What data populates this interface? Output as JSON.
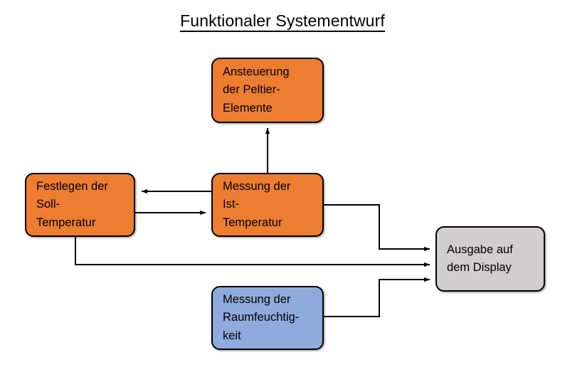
{
  "diagram": {
    "title": "Funktionaler Systementwurf",
    "background_color": "#FFFFFF",
    "colors": {
      "orange_fill": "#ED7D31",
      "blue_fill": "#8FAADC",
      "grey_fill": "#D0CECE",
      "outline": "#000000",
      "connector": "#000000",
      "text": "#000000"
    },
    "nodes": [
      {
        "id": "peltier",
        "name": "ansteuerung-peltier-elemente",
        "fill": "#ED7D31",
        "lines": [
          "Ansteuerung",
          "der Peltier-",
          "Elemente"
        ],
        "text": "Ansteuerung der Peltier-Elemente"
      },
      {
        "id": "soll",
        "name": "festlegen-soll-temperatur",
        "fill": "#ED7D31",
        "lines": [
          "Festlegen der",
          "Soll-",
          "Temperatur"
        ],
        "text": "Festlegen der Soll-Temperatur"
      },
      {
        "id": "ist",
        "name": "messung-ist-temperatur",
        "fill": "#ED7D31",
        "lines": [
          "Messung der",
          "Ist-",
          "Temperatur"
        ],
        "text": "Messung der Ist-Temperatur"
      },
      {
        "id": "feuchte",
        "name": "messung-raumfeuchtigkeit",
        "fill": "#8FAADC",
        "lines": [
          "Messung der",
          "Raumfeuchtig-",
          "keit"
        ],
        "text": "Messung der Raumfeuchtigkeit"
      },
      {
        "id": "display",
        "name": "ausgabe-auf-dem-display",
        "fill": "#D0CECE",
        "lines": [
          "Ausgabe auf",
          "dem Display"
        ],
        "text": "Ausgabe auf dem Display"
      }
    ],
    "edges": [
      {
        "id": "ist-to-peltier",
        "from": "ist",
        "to": "peltier",
        "arrow": "up",
        "label": ""
      },
      {
        "id": "ist-to-soll",
        "from": "ist",
        "to": "soll",
        "arrow": "left",
        "label": ""
      },
      {
        "id": "soll-to-ist",
        "from": "soll",
        "to": "ist",
        "arrow": "right",
        "label": ""
      },
      {
        "id": "ist-to-display",
        "from": "ist",
        "to": "display",
        "arrow": "right",
        "label": ""
      },
      {
        "id": "soll-to-display",
        "from": "soll",
        "to": "display",
        "arrow": "right",
        "label": ""
      },
      {
        "id": "feuchte-to-display",
        "from": "feuchte",
        "to": "display",
        "arrow": "right",
        "label": ""
      }
    ]
  }
}
